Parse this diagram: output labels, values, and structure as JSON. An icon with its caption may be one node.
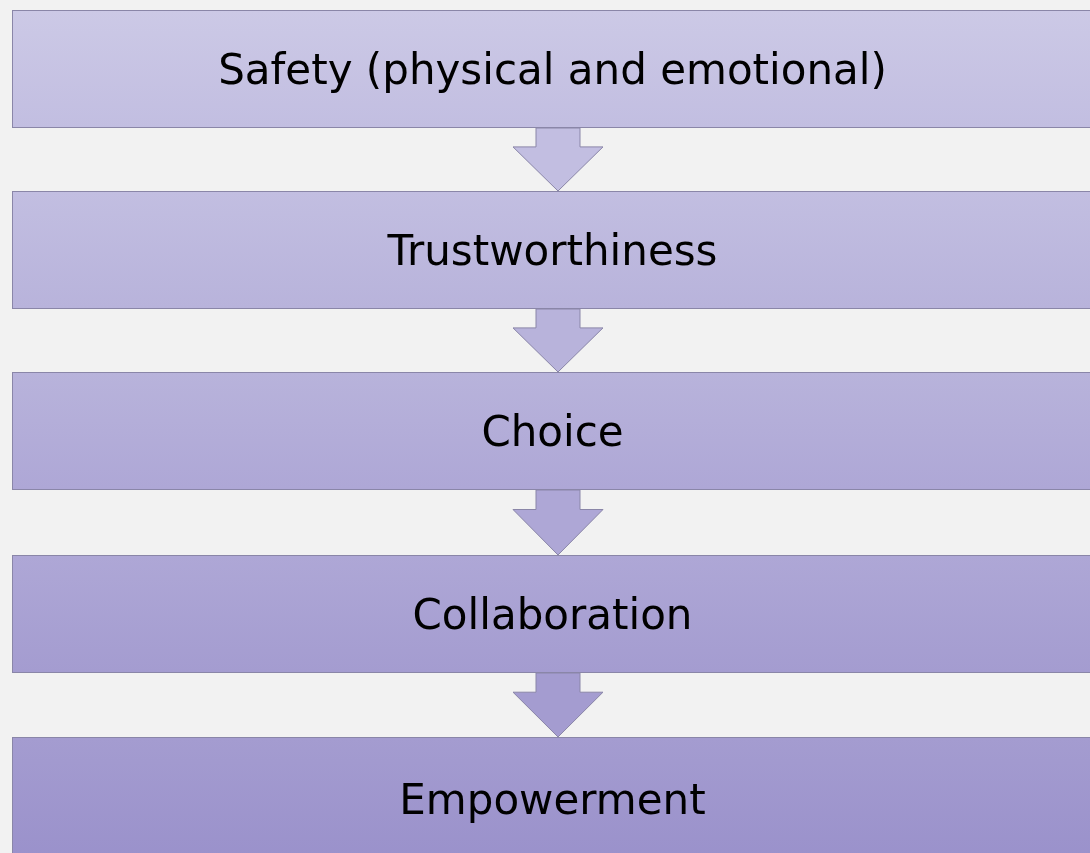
{
  "diagram": {
    "nodes": [
      {
        "text": [
          "Safety (physical and emotional)"
        ]
      },
      {
        "text": [
          "Trustworthiness"
        ]
      },
      {
        "text": [
          "Choice"
        ]
      },
      {
        "text": [
          "Collaboration"
        ]
      },
      {
        "text": [
          "Empowerment"
        ]
      }
    ],
    "edges": [
      {
        "from": 0,
        "to": 1,
        "arrow": "to"
      },
      {
        "from": 1,
        "to": 2,
        "arrow": "to"
      },
      {
        "from": 2,
        "to": 3,
        "arrow": "to"
      },
      {
        "from": 3,
        "to": 4,
        "arrow": "to"
      }
    ]
  }
}
